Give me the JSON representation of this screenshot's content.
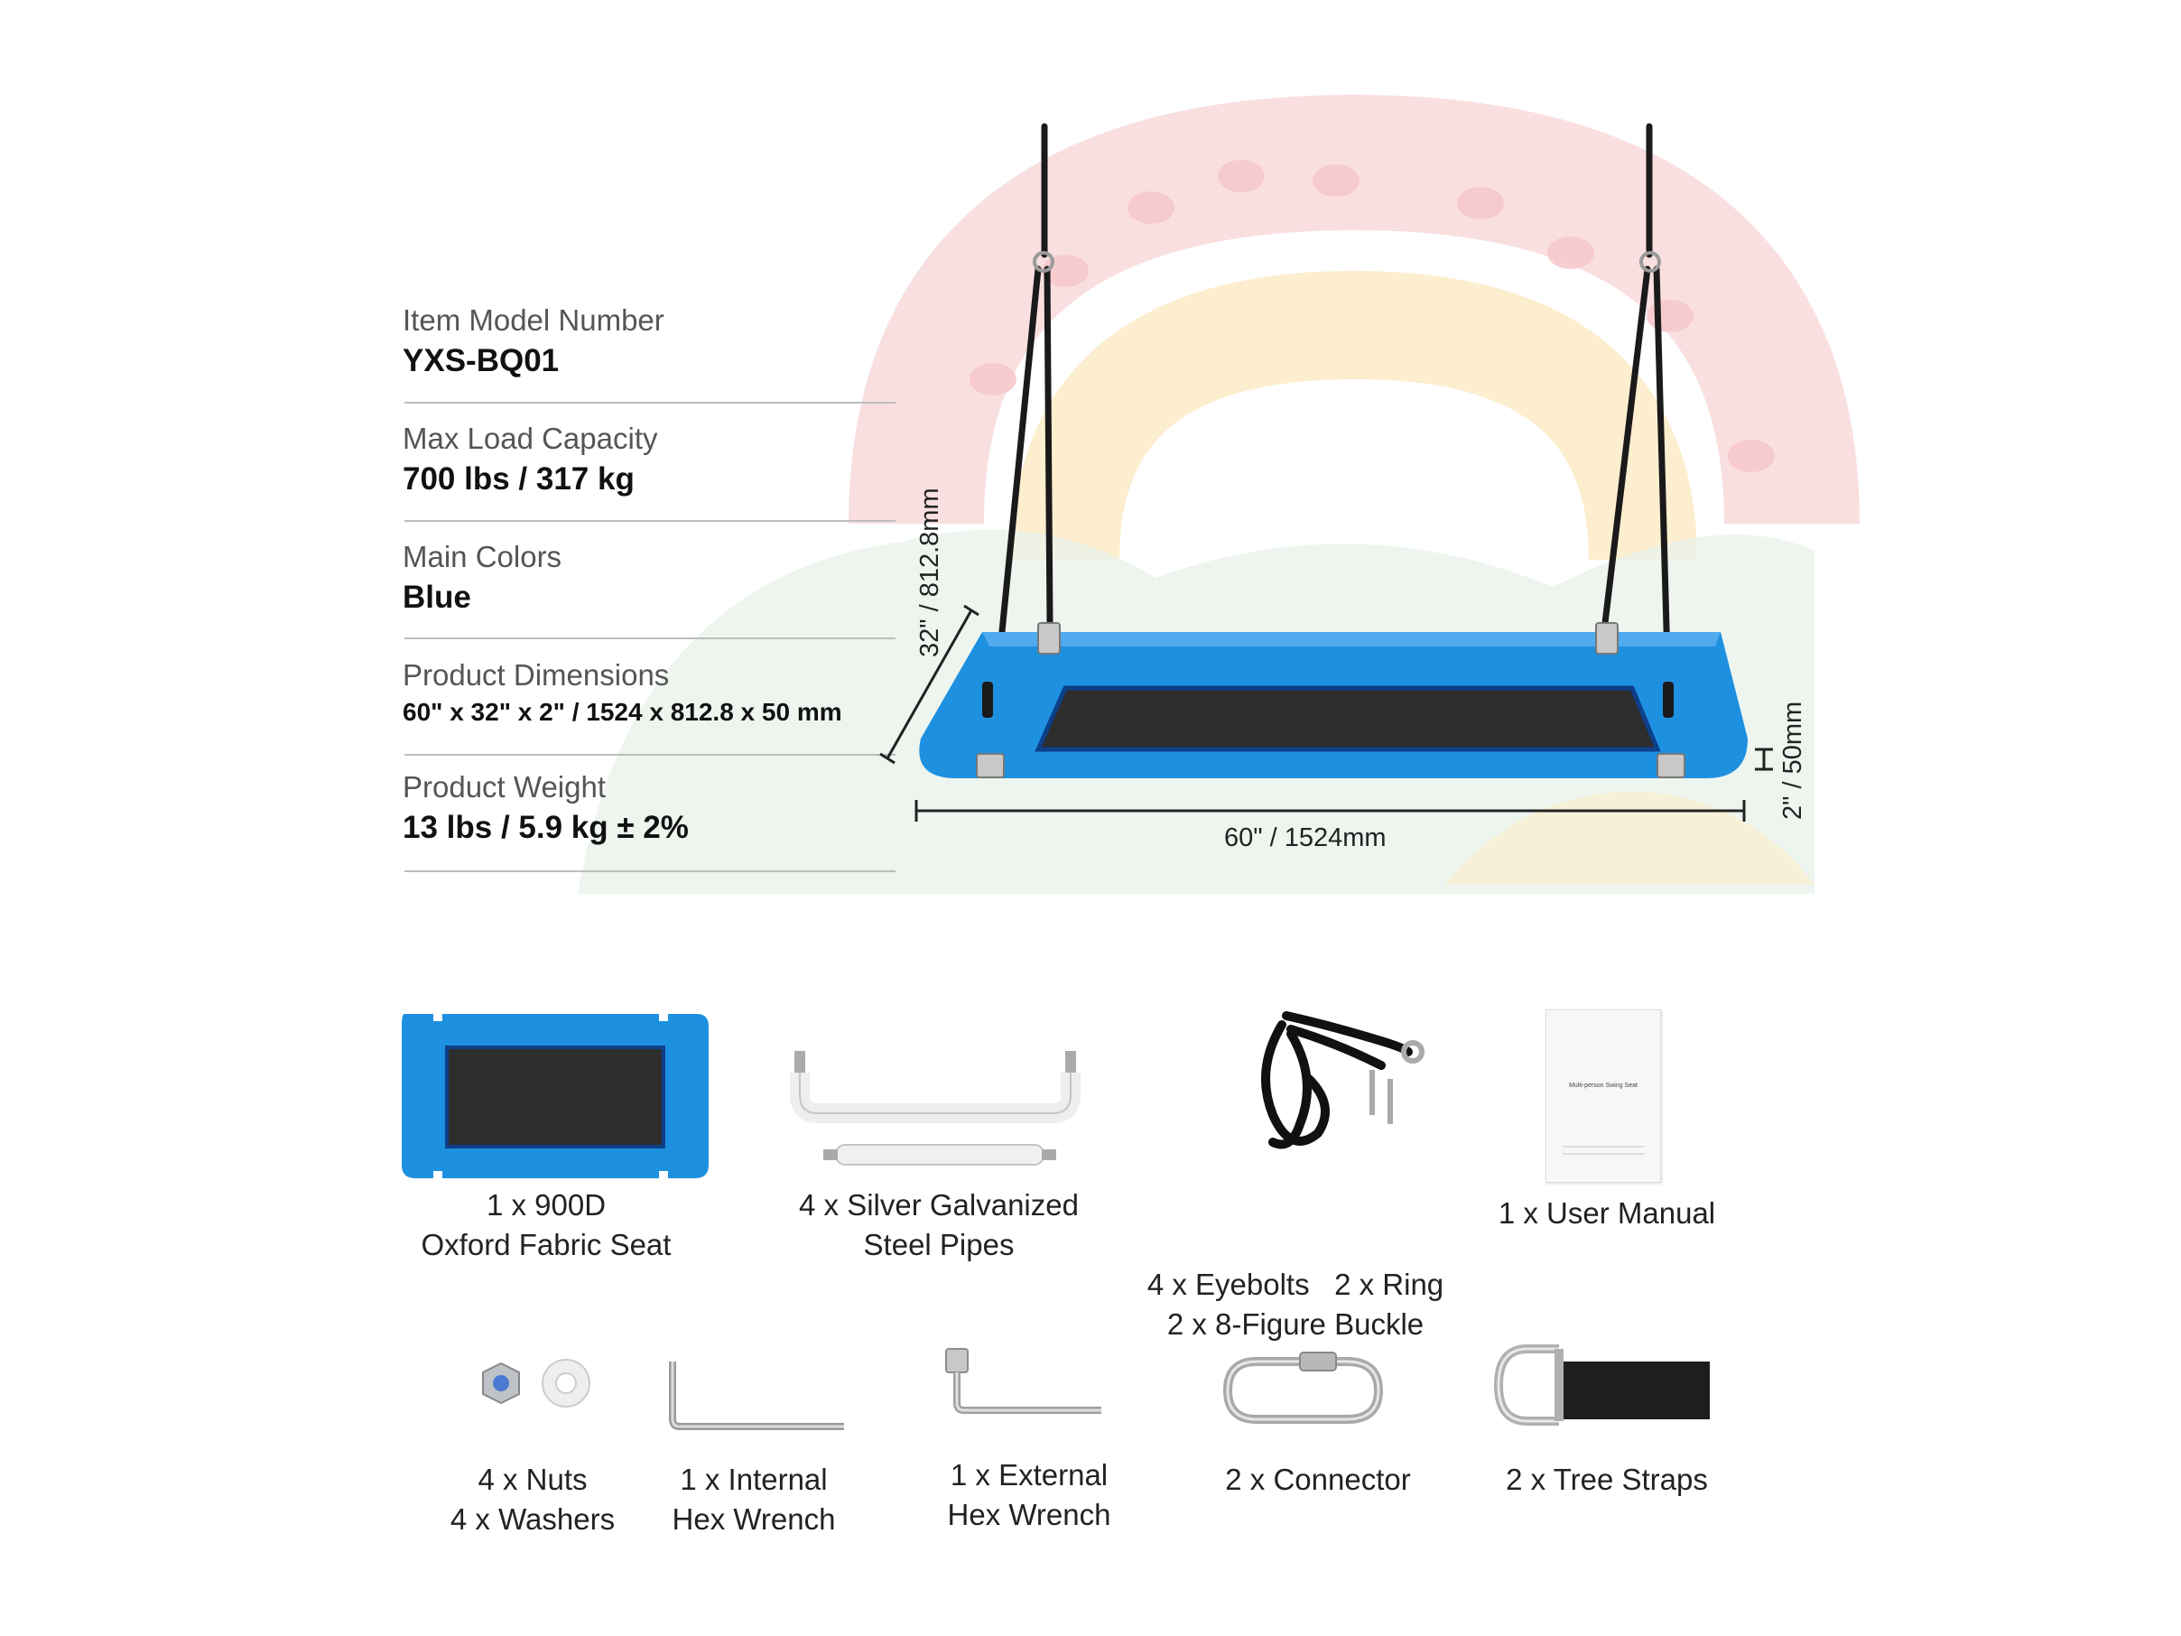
{
  "specs": [
    {
      "label": "Item Model Number",
      "value": "YXS-BQ01"
    },
    {
      "label": "Max Load Capacity",
      "value": "700 lbs / 317 kg"
    },
    {
      "label": "Main Colors",
      "value": "Blue"
    },
    {
      "label": "Product Dimensions",
      "value": "60\" x 32\" x 2\" / 1524 x 812.8 x 50 mm"
    },
    {
      "label": "Product Weight",
      "value": "13 lbs / 5.9 kg ± 2%"
    }
  ],
  "dimensions": {
    "width": "60\" / 1524mm",
    "depth": "32\" / 812.8mm",
    "height": "2\" / 50mm"
  },
  "manual_title": "Multi-person Swing Seat",
  "parts_row1": [
    {
      "line1": "1 x 900D",
      "line2": "Oxford Fabric Seat"
    },
    {
      "line1": "4 x Silver Galvanized",
      "line2": "Steel Pipes"
    },
    {
      "line1": "4 x Eyebolts   2 x Ring",
      "line2": "2 x 8-Figure Buckle"
    },
    {
      "line1": "1 x User Manual",
      "line2": ""
    }
  ],
  "parts_row2": [
    {
      "line1": "4 x Nuts",
      "line2": "4 x Washers"
    },
    {
      "line1": "1 x Internal",
      "line2": "Hex Wrench"
    },
    {
      "line1": "1 x External",
      "line2": "Hex Wrench"
    },
    {
      "line1": "2 x Connector",
      "line2": ""
    },
    {
      "line1": "2 x Tree Straps",
      "line2": ""
    }
  ],
  "colors": {
    "seat_blue": "#1e90e0",
    "mesh": "#2e2e2e",
    "rainbow_pink": "#f6d2d4",
    "rainbow_yellow": "#fbe6b8",
    "cloud_green": "#e7f1e7"
  }
}
